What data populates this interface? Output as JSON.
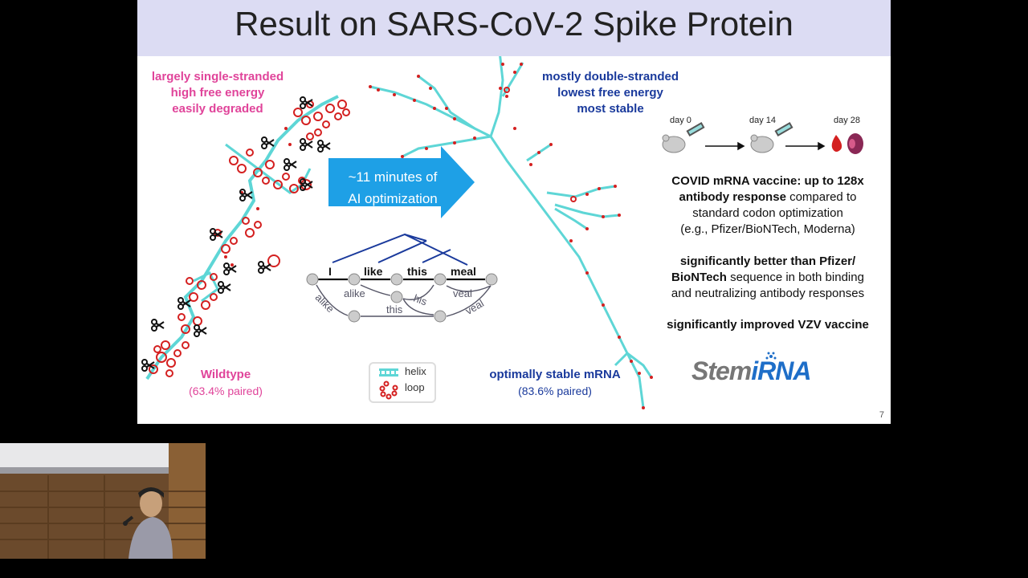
{
  "slide": {
    "title": "Result on SARS-CoV-2 Spike Protein",
    "page_number": "7",
    "left": {
      "line1": "largely single-stranded",
      "line2": "high free energy",
      "line3": "easily degraded",
      "name": "Wildtype",
      "paired": "(63.4% paired)"
    },
    "right_structure": {
      "line1": "mostly double-stranded",
      "line2": "lowest free energy",
      "line3": "most stable",
      "name": "optimally stable mRNA",
      "paired": "(83.6% paired)"
    },
    "arrow": {
      "line1": "~11 minutes of",
      "line2": "AI optimization"
    },
    "lattice": {
      "words": [
        "I",
        "like",
        "this",
        "meal"
      ],
      "alts": [
        "alike",
        "his",
        "veal",
        "alike",
        "this",
        "veal"
      ]
    },
    "legend": {
      "helix": "helix",
      "loop": "loop"
    },
    "timeline": {
      "day0": "day 0",
      "day14": "day 14",
      "day28": "day 28"
    },
    "results": {
      "p1_bold1": "COVID mRNA vaccine: up to 128x",
      "p1_bold2": "antibody response",
      "p1_rest": " compared to",
      "p1_line3": "standard codon optimization",
      "p1_line4": "(e.g., Pfizer/BioNTech, Moderna)",
      "p2_bold1": "significantly better than Pfizer/",
      "p2_bold2": "BioNTech",
      "p2_rest": " sequence in both binding",
      "p2_line3": "and neutralizing antibody responses",
      "p3_bold": "significantly improved VZV vaccine"
    },
    "logo": {
      "part1": "Stem",
      "part2": "i",
      "part3": "RNA"
    },
    "colors": {
      "title_bg": "#dcdcf3",
      "arrow": "#1ea0e6",
      "pink": "#e0449a",
      "blue": "#1a3a9c",
      "helix": "#5ed6d6",
      "loop": "#d42020"
    }
  }
}
